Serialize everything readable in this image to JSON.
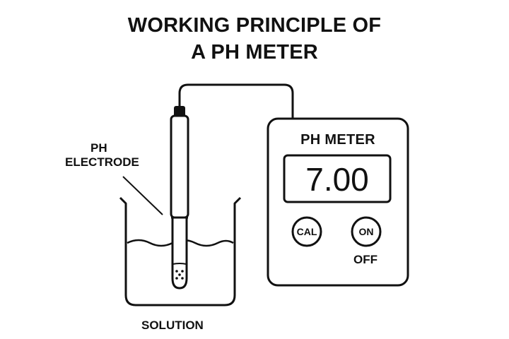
{
  "title": {
    "line1": "WORKING PRINCIPLE OF",
    "line2": "A PH METER"
  },
  "labels": {
    "electrode_line1": "PH",
    "electrode_line2": "ELECTRODE",
    "solution": "SOLUTION",
    "off": "OFF"
  },
  "meter": {
    "title": "PH METER",
    "reading": "7.00",
    "cal_button": "CAL",
    "on_button": "ON"
  },
  "colors": {
    "stroke": "#111111",
    "background": "#ffffff"
  }
}
